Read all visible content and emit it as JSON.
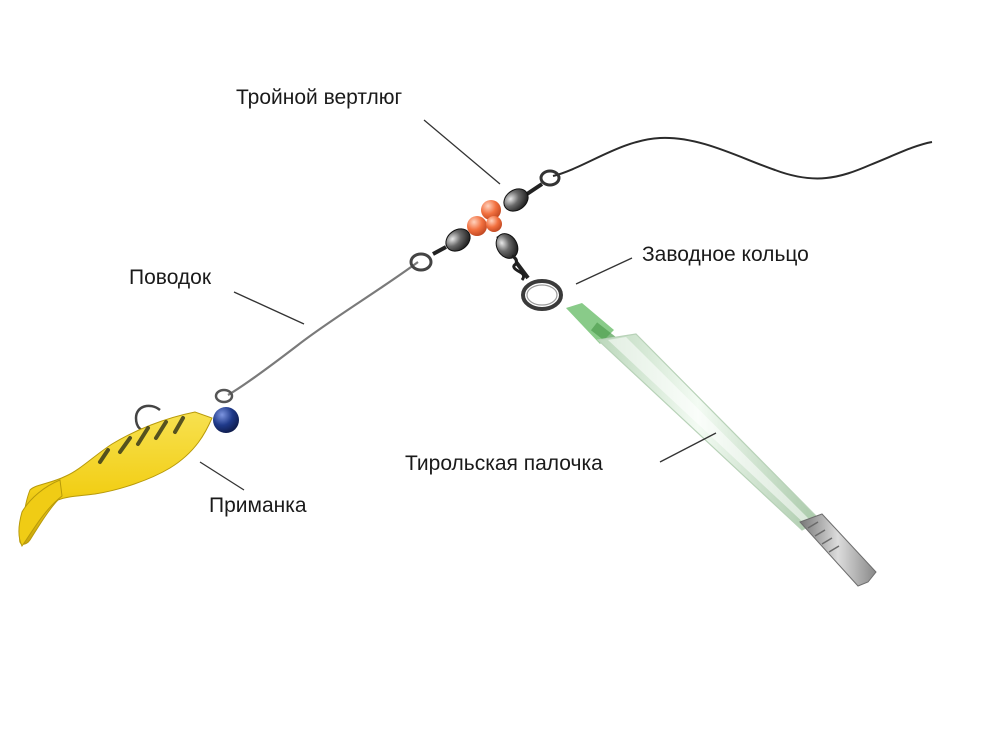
{
  "labels": {
    "swivel": "Тройной вертлюг",
    "ring": "Заводное кольцо",
    "leader": "Поводок",
    "boom": "Тирольская палочка",
    "lure": "Приманка"
  },
  "colors": {
    "main_line": "#2b2b2b",
    "leader": "#6f6f6f",
    "beads": "#f2703f",
    "lure_body": "#f2d21c",
    "lure_stripes": "#3a3a1a",
    "jig_head": "#1f3a8a",
    "boom_tube": "#dcefdc",
    "boom_tip": "#74c274",
    "weight": "#aaaaaa",
    "label_text": "#1a1a1a"
  }
}
